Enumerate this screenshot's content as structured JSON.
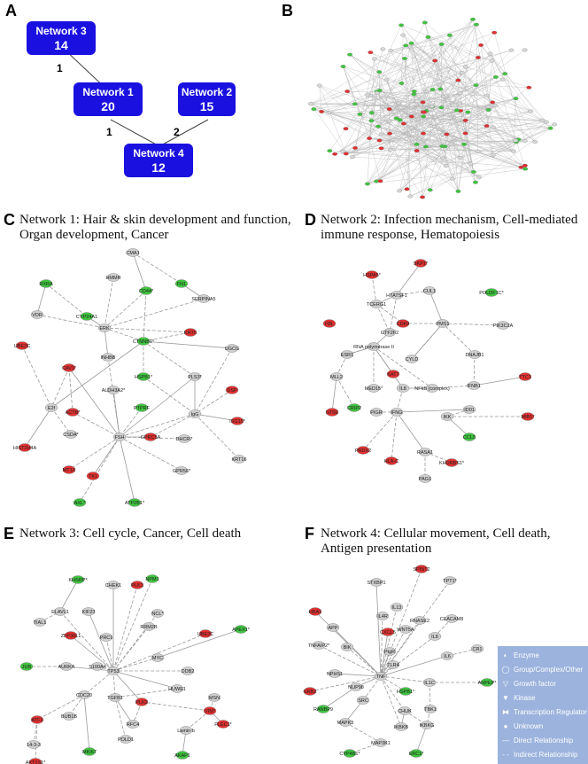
{
  "panels": {
    "A": {
      "letter": "A",
      "boxes": [
        {
          "name": "Network 3",
          "count": "14"
        },
        {
          "name": "Network 1",
          "count": "20"
        },
        {
          "name": "Network 2",
          "count": "15"
        },
        {
          "name": "Network 4",
          "count": "12"
        }
      ],
      "edge_labels": [
        "1",
        "1",
        "2"
      ]
    },
    "B": {
      "letter": "B"
    },
    "C": {
      "letter": "C",
      "title_line1": "Network 1: Hair & skin development and function,",
      "title_line2": "Organ development, Cancer",
      "nodes": [
        "CMA1",
        "HMMR",
        "RXRA",
        "CD44*",
        "FN1",
        "SERPINA5",
        "VDR",
        "CYP24A1",
        "ERK",
        "KRT5",
        "UBE2C",
        "CTNNB1*",
        "INHBB",
        "UGCG",
        "CAV1*",
        "HSPB1*",
        "PLS3*",
        "E2f",
        "ALDH3A2*",
        "DSP",
        "ACTB*",
        "PTPRF",
        "IgG",
        "ISG15*",
        "HIST2H4A",
        "CSDA*",
        "FSH",
        "GPRC5A",
        "DHCR7",
        "MT1X",
        "KRT16",
        "TK1",
        "GPR56*",
        "AXL*",
        "ATP2B1*"
      ]
    },
    "D": {
      "letter": "D",
      "title_line1": "Network 2: Infection mechanism, Cell-mediated",
      "title_line2": "immune response, Hematopoiesis",
      "nodes": [
        "SKP1*",
        "HSPA5*",
        "POU2F1C*",
        "CUL1",
        "HTATSF1",
        "TCERG1",
        "PMS1",
        "FBL",
        "CDK9",
        "PIK3C2A",
        "GTF2F2",
        "ESR1",
        "RNA polymerase II",
        "CYLD",
        "DNAJB1",
        "MLL2",
        "KAT7",
        "TTC1",
        "MED15*",
        "IL8",
        "NFkB (complex)",
        "IFNB1",
        "NT5E",
        "CRIP2",
        "IFNG",
        "PIGR",
        "ID01",
        "IKK",
        "MIB1*",
        "CCL5",
        "PRDX2",
        "HLA-C",
        "RASA1",
        "KHDRBS1*",
        "PAG1"
      ]
    },
    "E": {
      "letter": "E",
      "title": "Network 3: Cell cycle, Cancer, Cell death",
      "nodes": [
        "KHSRP*",
        "NPM1",
        "CHEK1",
        "PLK1",
        "TIAL1",
        "ELAVL1",
        "KIF23",
        "NCL*",
        "RRM2B",
        "ZFP36L1",
        "PRC1",
        "UBE2C",
        "APEX1*",
        "MYC",
        "JUB",
        "AURKA",
        "S100A4",
        "TP53",
        "DDB2",
        "HUWE1",
        "CDC20",
        "TGFB1",
        "PLK2",
        "MSN",
        "ATF1",
        "BUB1B",
        "RFC4",
        "VIM*",
        "14-3-3",
        "POLD1",
        "PLEC1*",
        "AKT1S1*",
        "MKI67",
        "Lamin b",
        "AKAP1"
      ]
    },
    "F": {
      "letter": "F",
      "title_line1": "Network 4: Cellular movement, Cell death,",
      "title_line2": "Antigen presentation",
      "nodes": [
        "SPINT2",
        "STXBP1",
        "TPT1*",
        "HBA1",
        "IL13",
        "IL4R",
        "APP",
        "RNASE2",
        "CEACAM8",
        "CXCL5",
        "WNT5A",
        "IL8",
        "IL6",
        "TNFAIP2*",
        "BIK",
        "PtgR",
        "CR1",
        "TLR4",
        "NPHS1",
        "TNF",
        "IL1C",
        "ANPEP*",
        "NUP98",
        "HSPB1*",
        "TBK1",
        "RANBP9",
        "SRC",
        "CHUK",
        "MAPK3",
        "IKBKB",
        "IKBKG",
        "MAP3K1",
        "CYP4B1*",
        "ERC1*",
        "GRB2"
      ]
    }
  },
  "legend": {
    "items": [
      {
        "icon": "enzyme-icon",
        "label": "Enzyme"
      },
      {
        "icon": "group-complex-icon",
        "label": "Group/Complex/Other"
      },
      {
        "icon": "growth-factor-icon",
        "label": "Growth factor"
      },
      {
        "icon": "kinase-icon",
        "label": "Kinase"
      },
      {
        "icon": "transcription-regulator-icon",
        "label": "Transcription Regulator"
      },
      {
        "icon": "unknown-icon",
        "label": "Unknown"
      },
      {
        "icon": "direct-line-icon",
        "label": "Direct Relationship"
      },
      {
        "icon": "indirect-line-icon",
        "label": "Indirect Relationship"
      }
    ]
  },
  "colors": {
    "network_box": "#1a10e0",
    "upregulated": "#e03030",
    "downregulated": "#3fc43f",
    "neutral": "#cfcfcf",
    "legend_bg": "#9bb3dd"
  }
}
